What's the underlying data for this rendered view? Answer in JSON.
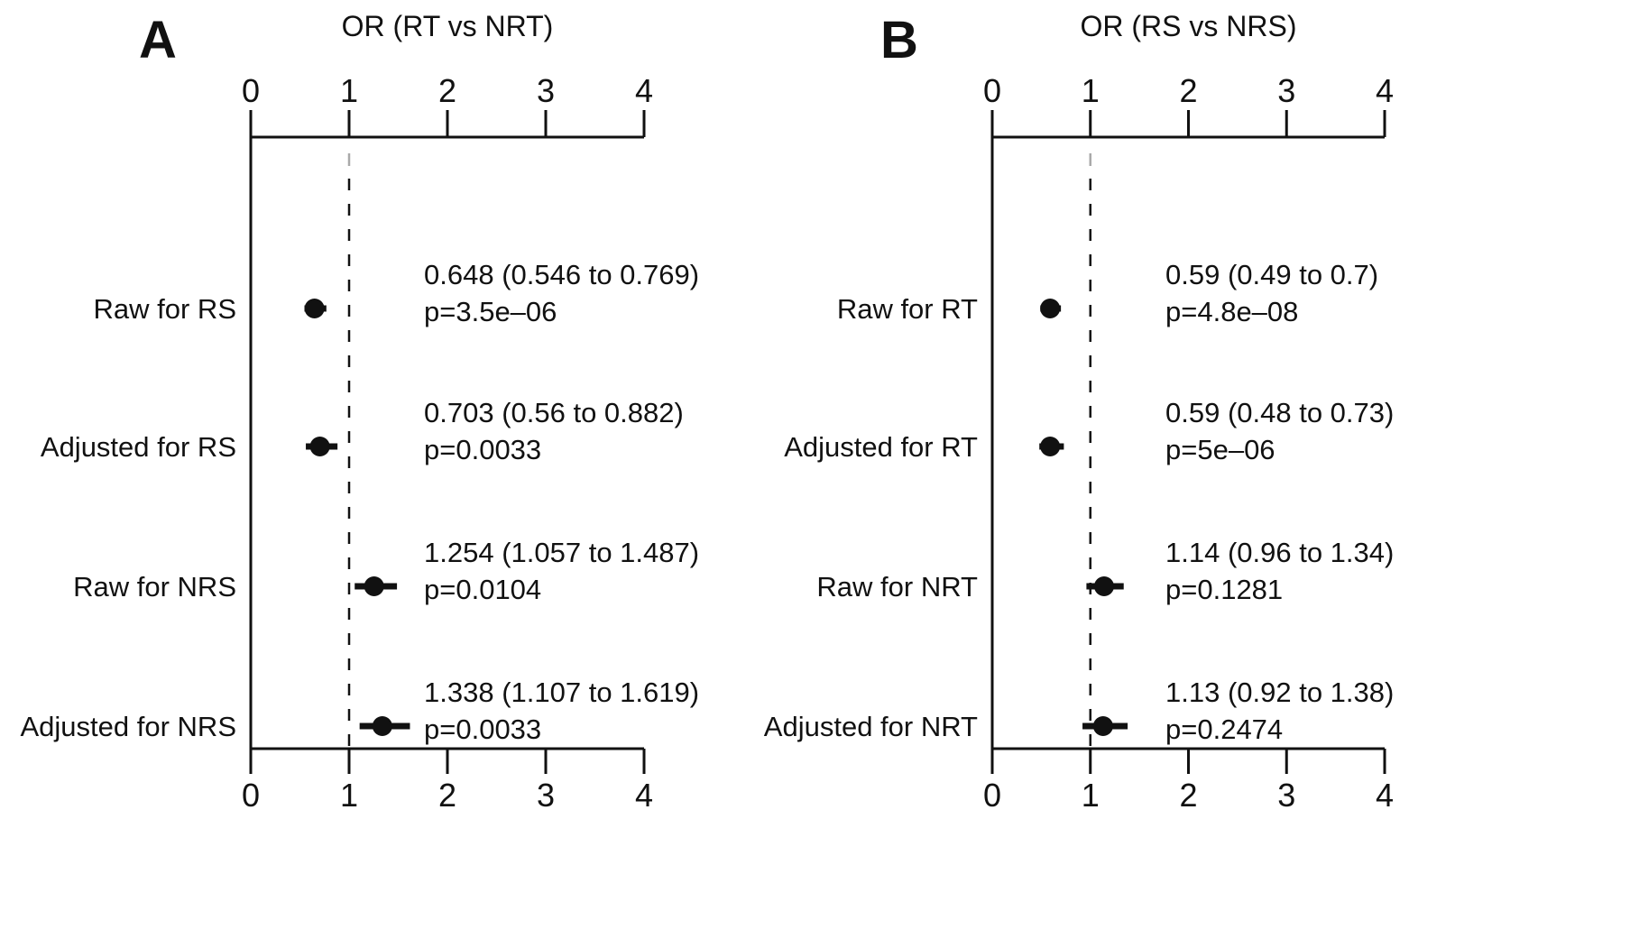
{
  "figure": {
    "background": "#ffffff"
  },
  "colors": {
    "foreground": "#111111",
    "faded_dash": "#a9a9a9",
    "background": "#ffffff"
  },
  "chart_data": [
    {
      "type": "scatter",
      "subtype": "forest-plot",
      "panel_label": "A",
      "title": "OR (RT vs NRT)",
      "xlabel": "",
      "ylabel": "",
      "xlim": [
        0,
        4
      ],
      "xticks": [
        0,
        1,
        2,
        3,
        4
      ],
      "reference_line": 1,
      "grid": false,
      "legend": "none",
      "rows": [
        {
          "label": "Raw for RS",
          "or": 0.648,
          "ci_low": 0.546,
          "ci_high": 0.769,
          "p": "3.5e–06",
          "estimate_text": "0.648 (0.546 to 0.769)",
          "p_text": "p=3.5e–06"
        },
        {
          "label": "Adjusted for RS",
          "or": 0.703,
          "ci_low": 0.56,
          "ci_high": 0.882,
          "p": "0.0033",
          "estimate_text": "0.703 (0.56 to 0.882)",
          "p_text": "p=0.0033"
        },
        {
          "label": "Raw for NRS",
          "or": 1.254,
          "ci_low": 1.057,
          "ci_high": 1.487,
          "p": "0.0104",
          "estimate_text": "1.254 (1.057 to 1.487)",
          "p_text": "p=0.0104"
        },
        {
          "label": "Adjusted for NRS",
          "or": 1.338,
          "ci_low": 1.107,
          "ci_high": 1.619,
          "p": "0.0033",
          "estimate_text": "1.338 (1.107 to 1.619)",
          "p_text": "p=0.0033"
        }
      ]
    },
    {
      "type": "scatter",
      "subtype": "forest-plot",
      "panel_label": "B",
      "title": "OR (RS vs NRS)",
      "xlabel": "",
      "ylabel": "",
      "xlim": [
        0,
        4
      ],
      "xticks": [
        0,
        1,
        2,
        3,
        4
      ],
      "reference_line": 1,
      "grid": false,
      "legend": "none",
      "rows": [
        {
          "label": "Raw for RT",
          "or": 0.59,
          "ci_low": 0.49,
          "ci_high": 0.7,
          "p": "4.8e–08",
          "estimate_text": "0.59 (0.49 to 0.7)",
          "p_text": "p=4.8e–08"
        },
        {
          "label": "Adjusted for RT",
          "or": 0.59,
          "ci_low": 0.48,
          "ci_high": 0.73,
          "p": "5e–06",
          "estimate_text": "0.59 (0.48 to 0.73)",
          "p_text": "p=5e–06"
        },
        {
          "label": "Raw for NRT",
          "or": 1.14,
          "ci_low": 0.96,
          "ci_high": 1.34,
          "p": "0.1281",
          "estimate_text": "1.14 (0.96 to 1.34)",
          "p_text": "p=0.1281"
        },
        {
          "label": "Adjusted for NRT",
          "or": 1.13,
          "ci_low": 0.92,
          "ci_high": 1.38,
          "p": "0.2474",
          "estimate_text": "1.13 (0.92 to 1.38)",
          "p_text": "p=0.2474"
        }
      ]
    }
  ]
}
